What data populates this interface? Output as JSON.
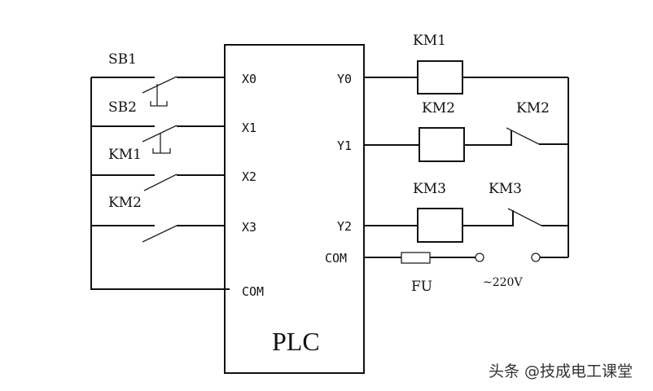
{
  "plc": {
    "label": "PLC",
    "inputs": [
      "X0",
      "X1",
      "X2",
      "X3"
    ],
    "input_common": "COM",
    "outputs": [
      "Y0",
      "Y1",
      "Y2"
    ],
    "output_common": "COM"
  },
  "input_labels": {
    "sb1": "SB1",
    "sb2": "SB2",
    "km1": "KM1",
    "km2": "KM2"
  },
  "output_labels": {
    "coil1": "KM1",
    "coil2": "KM2",
    "contact2": "KM2",
    "coil3": "KM3",
    "contact3": "KM3",
    "fuse": "FU",
    "supply": "~220V"
  },
  "watermark": "头条 @技成电工课堂"
}
